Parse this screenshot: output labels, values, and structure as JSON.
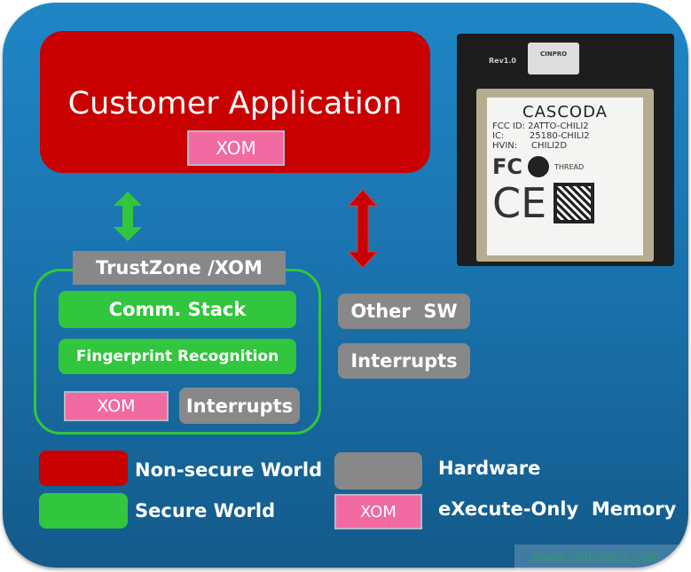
{
  "app": {
    "title": "Customer Application",
    "xom": "XOM"
  },
  "trustzone": {
    "title": "TrustZone /XOM",
    "comm_stack": "Comm. Stack",
    "fingerprint": "Fingerprint Recognition",
    "xom": "XOM",
    "interrupts": "Interrupts"
  },
  "nonsecure": {
    "other_sw": "Other  SW",
    "interrupts": "Interrupts"
  },
  "legend": [
    {
      "label": "Non-secure World",
      "color": "#c80000"
    },
    {
      "label": "Secure World",
      "color": "#31c63d"
    },
    {
      "label": "Hardware",
      "color": "#888888"
    },
    {
      "label": "eXecute-Only  Memory",
      "swatch_text": "XOM",
      "color": "#f26aa2"
    }
  ],
  "chip": {
    "brand": "CASCODA",
    "fcc": "FCC ID: 2ATTO-CHILI2",
    "ic": "IC:         25180-CHILI2",
    "hvin": "HVIN:     CHILI2D",
    "thread": "THREAD",
    "rev": "Rev1.0",
    "vendor": "CINPRO"
  },
  "watermark": "www.cntronics.com"
}
